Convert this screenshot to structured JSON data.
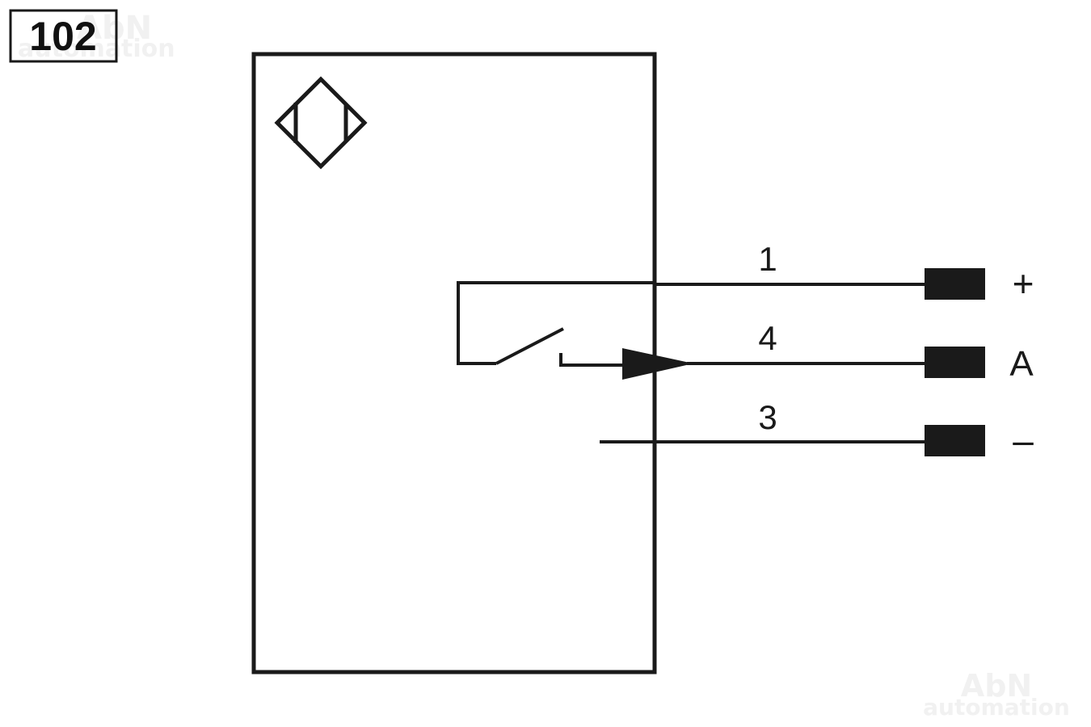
{
  "badge": {
    "number": "102"
  },
  "watermarks": {
    "top_left": {
      "line1": "AbN",
      "line2": "automation"
    },
    "bottom_right": {
      "line1": "AbN",
      "line2": "automation"
    }
  },
  "sensor": {
    "symbol_icon": "inductive-sensor-diamond-icon",
    "output_type": "normally-open-switch"
  },
  "wires": [
    {
      "pin": "1",
      "terminal": "+"
    },
    {
      "pin": "4",
      "terminal": "A"
    },
    {
      "pin": "3",
      "terminal": "–"
    }
  ],
  "colors": {
    "line": "#1a1a1a",
    "background": "#ffffff",
    "watermark": "#f1f1f1"
  }
}
